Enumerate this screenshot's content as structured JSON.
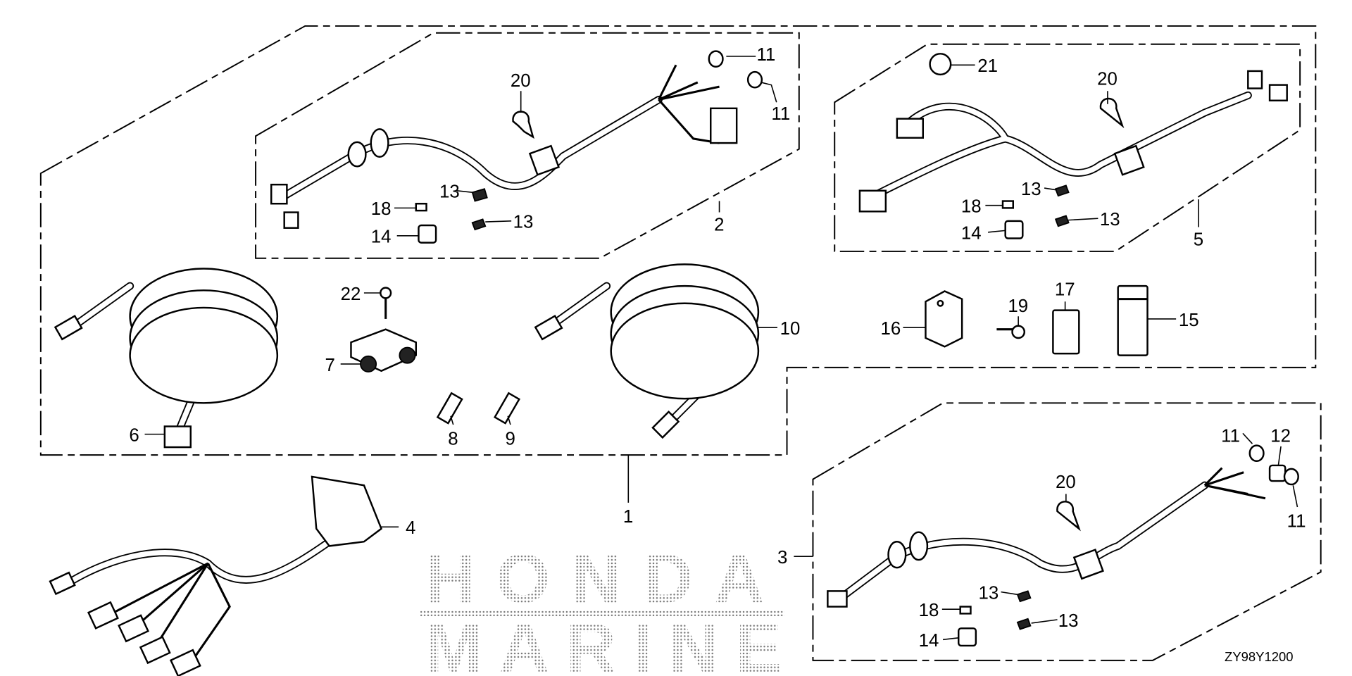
{
  "diagram": {
    "type": "parts-diagram",
    "diagram_code": "ZY98Y1200",
    "watermark": "HONDA MARINE",
    "callouts": {
      "c1": "1",
      "c2": "2",
      "c3": "3",
      "c4": "4",
      "c5": "5",
      "c6": "6",
      "c7": "7",
      "c8": "8",
      "c9": "9",
      "c10": "10",
      "c11a": "11",
      "c11b": "11",
      "c11c": "11",
      "c11d": "11",
      "c12": "12",
      "c13a": "13",
      "c13b": "13",
      "c13c": "13",
      "c13d": "13",
      "c13e": "13",
      "c13f": "13",
      "c14a": "14",
      "c14b": "14",
      "c14c": "14",
      "c15": "15",
      "c16": "16",
      "c17": "17",
      "c18a": "18",
      "c18b": "18",
      "c18c": "18",
      "c19": "19",
      "c20a": "20",
      "c20b": "20",
      "c20c": "20",
      "c21": "21",
      "c22": "22"
    }
  }
}
